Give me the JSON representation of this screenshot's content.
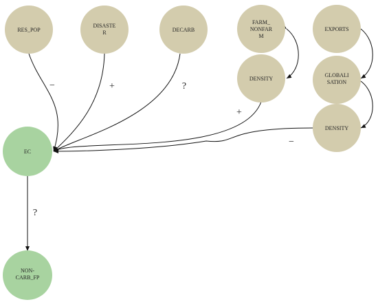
{
  "colors": {
    "tan_node": "#d3ccad",
    "green_node": "#a8d3a0",
    "edge": "#111111",
    "text": "#222222"
  },
  "nodes": {
    "res_pop": "RES_POP",
    "disaster": [
      "DISASTE",
      "R"
    ],
    "decarb": "DECARB",
    "farm_nonfarm": [
      "FARM_",
      "NONFAR",
      "M"
    ],
    "density_left": "DENSITY",
    "exports": "EXPORTS",
    "globalisation": [
      "GLOBALI",
      "SATION"
    ],
    "density_right": "DENSITY",
    "ec": "EC",
    "non_carb_fp": [
      "NON-",
      "CARB_FP"
    ]
  },
  "edge_labels": {
    "res_pop_to_ec": "−",
    "disaster_to_ec": "+",
    "decarb_to_ec": "?",
    "density_left_to_ec": "+",
    "density_right_to_ec": "−",
    "ec_to_non_carb_fp": "?"
  }
}
